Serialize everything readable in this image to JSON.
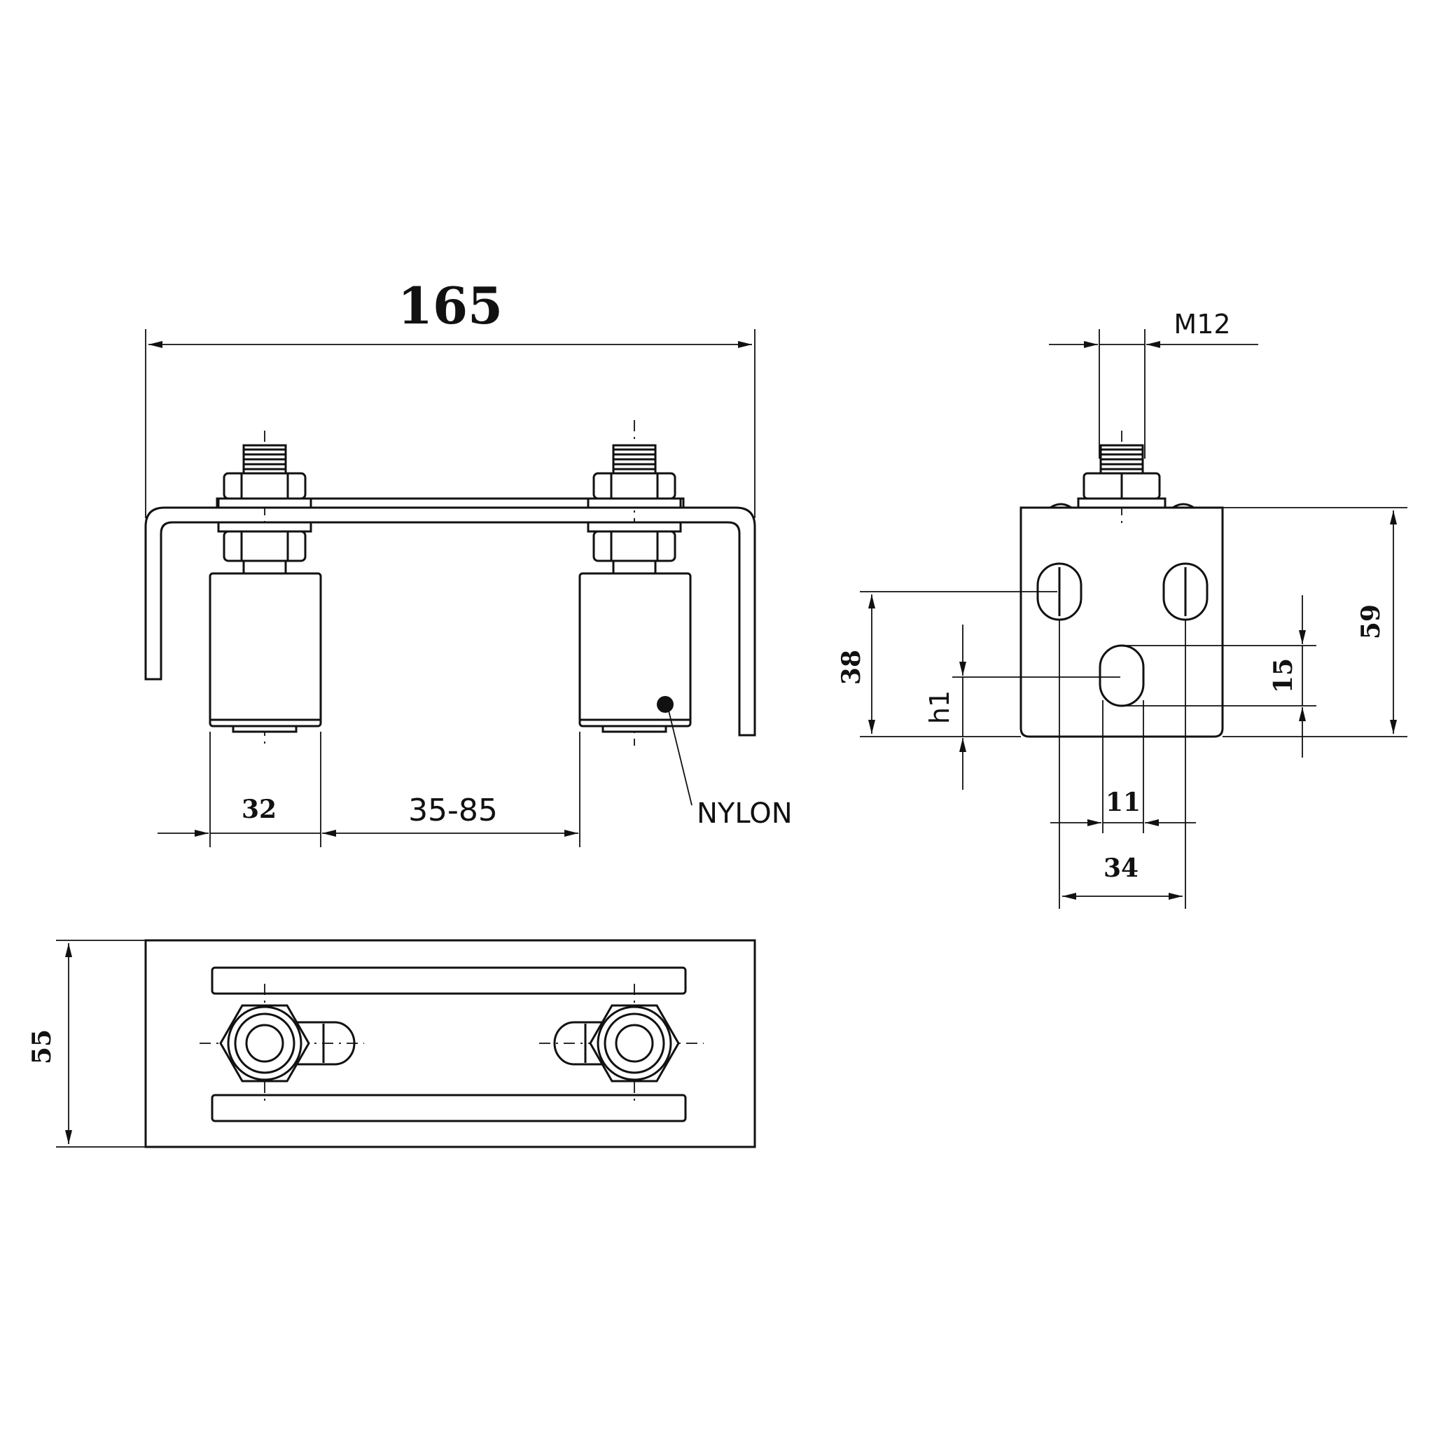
{
  "dimensions": {
    "overall_length": "165",
    "thread_size": "M12",
    "roller_width": "32",
    "roller_spacing": "35-85",
    "material_label": "NYLON",
    "slot_height_38": "38",
    "height_h1": "h1",
    "slot_length_15": "15",
    "overall_height": "59",
    "slot_width_11": "11",
    "slot_spacing_34": "34",
    "plate_width": "55"
  }
}
